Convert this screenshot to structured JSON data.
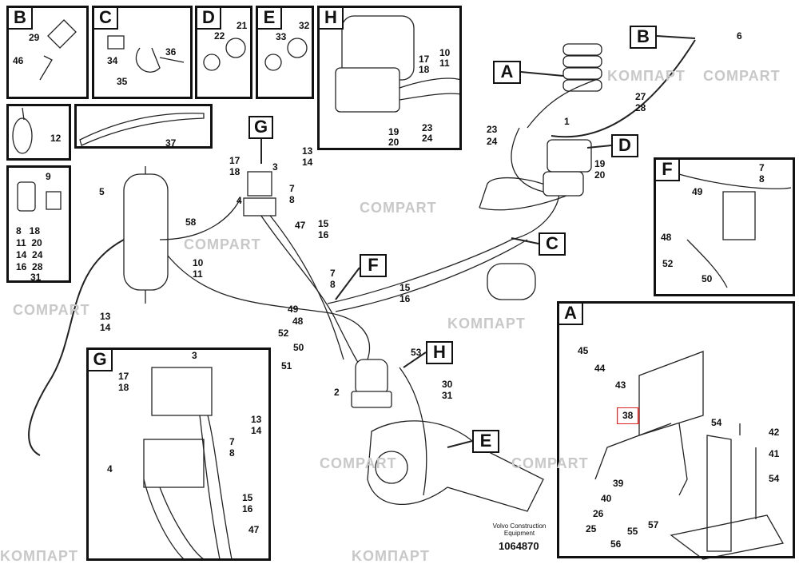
{
  "watermarks": [
    "COMPART",
    "KOMПAPT"
  ],
  "panels": {
    "B": {
      "tag": "B",
      "labels": [
        "29",
        "46"
      ]
    },
    "C": {
      "tag": "C",
      "labels": [
        "34",
        "35",
        "36"
      ]
    },
    "D": {
      "tag": "D",
      "labels": [
        "22",
        "21"
      ]
    },
    "E": {
      "tag": "E",
      "labels": [
        "33",
        "32"
      ]
    },
    "H": {
      "tag": "H",
      "labels": [
        "17",
        "18",
        "10",
        "11",
        "19",
        "20",
        "23",
        "24"
      ]
    },
    "tie": {
      "labels": [
        "12"
      ]
    },
    "strip": {
      "labels": [
        "37"
      ]
    },
    "clip": {
      "labels": [
        "9",
        "8   18",
        "11  20",
        "14  24",
        "16  28",
        "31"
      ]
    },
    "F": {
      "tag": "F",
      "labels": [
        "7",
        "8",
        "49",
        "48",
        "52",
        "50"
      ]
    },
    "G": {
      "tag": "G",
      "labels": [
        "3",
        "17",
        "18",
        "13",
        "14",
        "7",
        "8",
        "4",
        "15",
        "16",
        "47"
      ]
    },
    "A": {
      "tag": "A",
      "labels": [
        "45",
        "44",
        "43",
        "38",
        "54",
        "42",
        "41",
        "54",
        "39",
        "40",
        "26",
        "25",
        "55",
        "56",
        "57"
      ]
    }
  },
  "callouts": [
    "G",
    "A",
    "B",
    "D",
    "C",
    "F",
    "H",
    "E"
  ],
  "main_labels": [
    "5",
    "58",
    "10",
    "11",
    "13",
    "14",
    "17",
    "18",
    "3",
    "13",
    "14",
    "7",
    "8",
    "4",
    "47",
    "15",
    "16",
    "7",
    "8",
    "49",
    "48",
    "52",
    "50",
    "51",
    "2",
    "53",
    "30",
    "31",
    "15",
    "16",
    "1",
    "19",
    "20",
    "23",
    "24",
    "27",
    "28",
    "6"
  ],
  "footer": {
    "maker": "Volvo Construction",
    "maker2": "Equipment",
    "doc_number": "1064870"
  }
}
